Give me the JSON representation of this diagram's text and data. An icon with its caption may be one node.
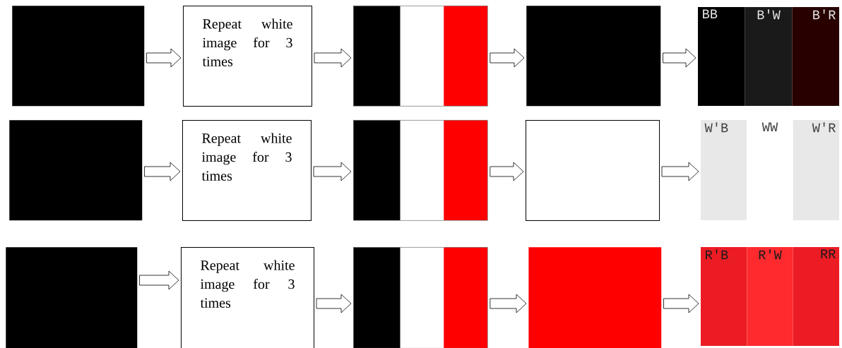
{
  "diagram": {
    "nodes": [
      {
        "text": [],
        "shape": "box"
      },
      {
        "text": [
          "Repeat white image for 3 times"
        ]
      },
      {
        "text": [],
        "shape": "box"
      },
      {
        "text": [],
        "shape": "box"
      },
      {
        "text": [
          "BB",
          "B'W",
          "B'R"
        ]
      },
      {
        "text": [],
        "shape": "box"
      },
      {
        "text": [
          "Repeat white image for 3 times"
        ]
      },
      {
        "text": [],
        "shape": "box"
      },
      {
        "text": [],
        "shape": "box"
      },
      {
        "text": [
          "W'B",
          "WW",
          "W'R"
        ]
      },
      {
        "text": [],
        "shape": "box"
      },
      {
        "text": [
          "Repeat white image for 3 times"
        ]
      },
      {
        "text": [],
        "shape": "box"
      },
      {
        "text": [],
        "shape": "box"
      },
      {
        "text": [
          "R'B",
          "R'W",
          "RR"
        ]
      }
    ],
    "edges": [
      {
        "from": 0,
        "to": 1,
        "arrow": "to"
      },
      {
        "from": 1,
        "to": 2,
        "arrow": "to"
      },
      {
        "from": 2,
        "to": 3,
        "arrow": "to"
      },
      {
        "from": 3,
        "to": 4,
        "arrow": "to"
      },
      {
        "from": 5,
        "to": 6,
        "arrow": "to"
      },
      {
        "from": 6,
        "to": 7,
        "arrow": "to"
      },
      {
        "from": 7,
        "to": 8,
        "arrow": "to"
      },
      {
        "from": 8,
        "to": 9,
        "arrow": "to"
      },
      {
        "from": 10,
        "to": 11,
        "arrow": "to"
      },
      {
        "from": 11,
        "to": 12,
        "arrow": "to"
      },
      {
        "from": 12,
        "to": 13,
        "arrow": "to"
      },
      {
        "from": 13,
        "to": 14,
        "arrow": "to"
      }
    ]
  }
}
